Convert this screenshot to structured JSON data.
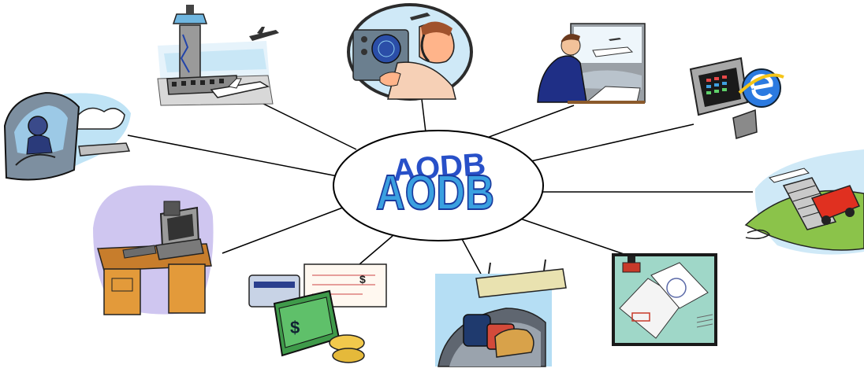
{
  "hub": {
    "label": "AODB",
    "fill": "#ffffff",
    "text_fill": "#3aa0e0",
    "text_stroke": "#1a3a9e",
    "shadow_fill": "#2850c8"
  },
  "spokes": [
    {
      "id": "control-tower",
      "icon": "airport-control-tower-icon"
    },
    {
      "id": "air-traffic-controller",
      "icon": "air-traffic-controller-icon"
    },
    {
      "id": "operations-officer",
      "icon": "businessman-at-window-icon"
    },
    {
      "id": "web-browser",
      "icon": "internet-explorer-icon"
    },
    {
      "id": "aircraft-stairs",
      "icon": "aircraft-stair-truck-icon"
    },
    {
      "id": "documents",
      "icon": "passport-documents-icon"
    },
    {
      "id": "baggage",
      "icon": "baggage-carousel-icon"
    },
    {
      "id": "finance",
      "icon": "money-and-cheque-icon"
    },
    {
      "id": "workstation",
      "icon": "computer-desk-icon"
    },
    {
      "id": "pilot",
      "icon": "pilot-cockpit-icon"
    }
  ],
  "colors": {
    "line": "#000000",
    "accent_blue": "#2850c8",
    "sky": "#bfe3f5",
    "grass": "#7cb342"
  }
}
